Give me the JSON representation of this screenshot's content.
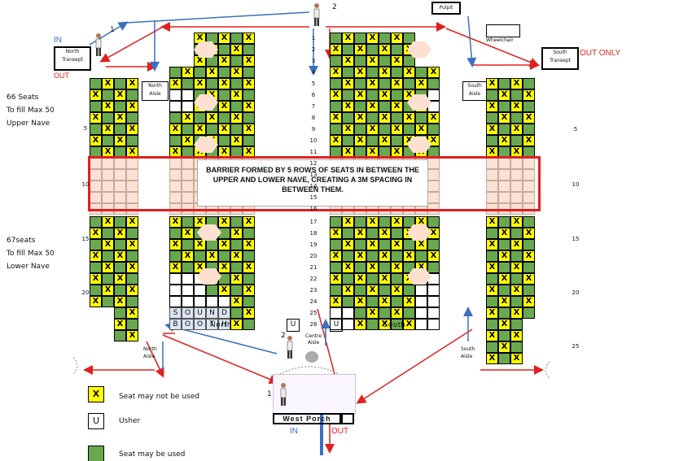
{
  "labels": {
    "north_transept": [
      "North",
      "Transept"
    ],
    "south_transept": [
      "South",
      "Transept"
    ],
    "pulpit": "Pulpit",
    "wheelchair": "Wheelchair",
    "out_only": "OUT ONLY",
    "in_top": "IN",
    "out_top": "OUT",
    "north_aisle_top": [
      "North",
      "Aisle"
    ],
    "south_aisle_top": [
      "South",
      "Aisle"
    ],
    "upper_nave": [
      "66 Seats",
      "To fill Max 50",
      "Upper Nave"
    ],
    "lower_nave": [
      "67seats",
      "To fill Max 50",
      "Lower Nave"
    ],
    "barrier": "BARRIER FORMED BY 5 ROWS OF SEATS IN BETWEEN THE UPPER AND LOWER NAVE, CREATING A 3M SPACING IN BETWEEN THEM.",
    "sound_booth_row1": [
      "S",
      "O",
      "U",
      "N",
      "D"
    ],
    "sound_booth_row2": [
      "B",
      "O",
      "O",
      "T",
      "H"
    ],
    "north": "North",
    "south": "South",
    "usher_mark": "U",
    "centre_aisle": [
      "Centre",
      "Aisle"
    ],
    "north_aisle_bottom": [
      "North",
      "Aisle"
    ],
    "south_aisle_bottom": [
      "South",
      "Aisle"
    ],
    "west_porch": "West Porch",
    "in_bottom": "IN",
    "out_bottom": "OUT",
    "usher_numbers": [
      "1",
      "2",
      "2",
      "1"
    ],
    "left_row_markers": [
      "5",
      "10",
      "15",
      "20"
    ],
    "right_row_markers": [
      "5",
      "10",
      "15",
      "20",
      "25"
    ]
  },
  "legend": [
    {
      "symbol": "X",
      "text": "Seat may not be used",
      "color": "#ffff00"
    },
    {
      "symbol": "U",
      "text": "Usher",
      "color": "#ffffff"
    },
    {
      "symbol": "",
      "text": "Seat may be used",
      "color": "#6aa84f"
    }
  ],
  "colors": {
    "not_used": "#ffff00",
    "used": "#6aa84f",
    "empty": "#ffffff",
    "barrier_border": "#e02020",
    "barrier_fill": "#fbe2d6",
    "arrow_red": "#e02020",
    "arrow_blue": "#3d6fbd"
  },
  "center_row_numbers": [
    "1",
    "2",
    "3",
    "4",
    "5",
    "6",
    "7",
    "8",
    "9",
    "10",
    "11",
    "12",
    "13",
    "14",
    "15",
    "16",
    "17",
    "18",
    "19",
    "20",
    "21",
    "22",
    "23",
    "24",
    "25",
    "26"
  ]
}
